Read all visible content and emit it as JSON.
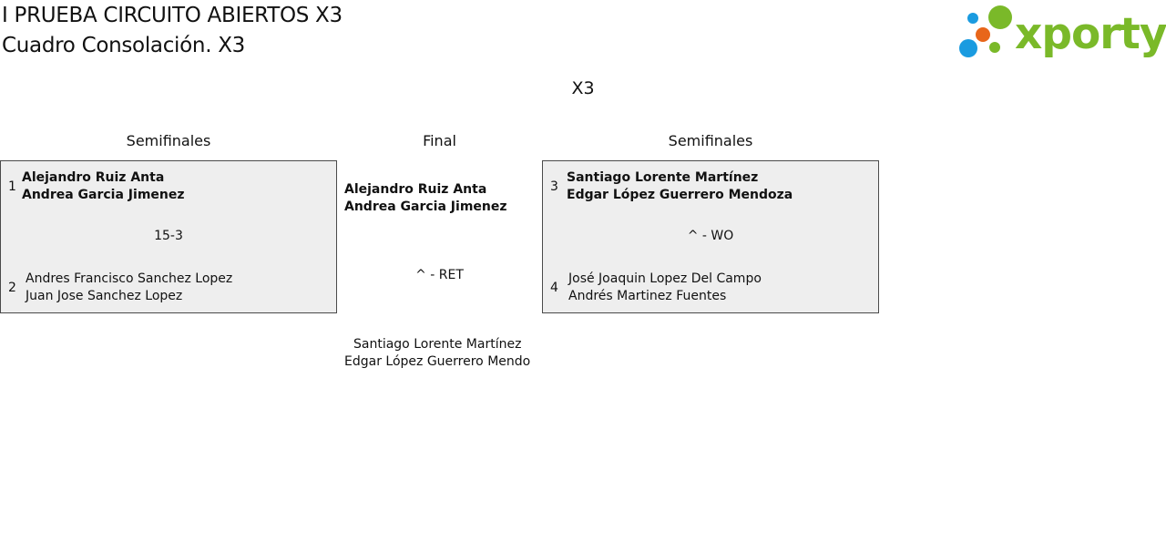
{
  "header": {
    "title": "I PRUEBA CIRCUITO ABIERTOS X3",
    "subtitle": "Cuadro Consolación. X3"
  },
  "logo": {
    "text": "xporty",
    "colors": {
      "green": "#7ab929",
      "blue": "#1a9be0",
      "orange": "#e8661a"
    }
  },
  "draw": {
    "name": "X3"
  },
  "rounds": {
    "left_semis": "Semifinales",
    "final": "Final",
    "right_semis": "Semifinales"
  },
  "matches": {
    "semi_left": {
      "top": {
        "seed": "1",
        "player1": "Alejandro Ruiz Anta",
        "player2": "Andrea Garcia Jimenez"
      },
      "score": "15-3",
      "bottom": {
        "seed": "2",
        "player1": "Andres Francisco Sanchez Lopez",
        "player2": "Juan Jose Sanchez Lopez"
      }
    },
    "semi_right": {
      "top": {
        "seed": "3",
        "player1": "Santiago Lorente Martínez",
        "player2": "Edgar López Guerrero Mendoza"
      },
      "score": "^ - WO",
      "bottom": {
        "seed": "4",
        "player1": "José Joaquin Lopez Del Campo",
        "player2": "Andrés Martinez Fuentes"
      }
    },
    "final": {
      "top": {
        "player1": "Alejandro Ruiz Anta",
        "player2": "Andrea Garcia Jimenez"
      },
      "score": "^ - RET",
      "bottom": {
        "player1": "Santiago Lorente Martínez",
        "player2": "Edgar López Guerrero Mendo"
      }
    }
  }
}
